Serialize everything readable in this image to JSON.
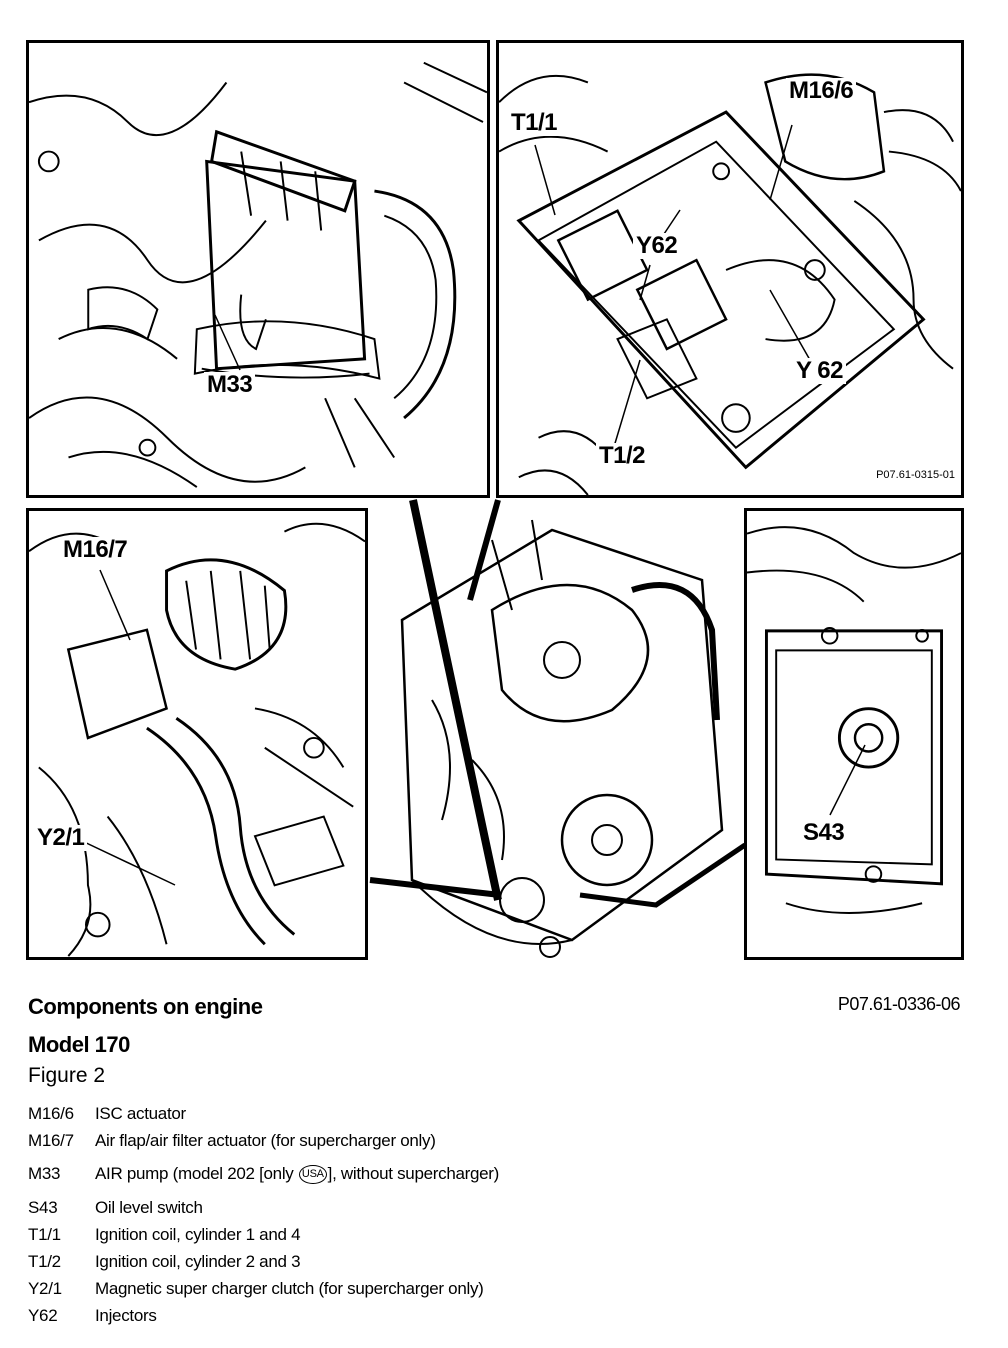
{
  "figure": {
    "panel_labels": {
      "m33": "M33",
      "m16_6": "M16/6",
      "t1_1": "T1/1",
      "y62_a": "Y62",
      "y62_b": "Y 62",
      "t1_2": "T1/2",
      "m16_7": "M16/7",
      "y2_1": "Y2/1",
      "s43": "S43"
    },
    "inner_ref": "P07.61-0315-01"
  },
  "caption": {
    "title": "Components on engine",
    "reference": "P07.61-0336-06",
    "model": "Model 170",
    "figure": "Figure 2"
  },
  "legend": [
    {
      "code": "M16/6",
      "desc": "ISC actuator"
    },
    {
      "code": "M16/7",
      "desc": "Air flap/air filter actuator (for supercharger only)"
    },
    {
      "code": "M33",
      "desc_before": "AIR pump (model 202 [only ",
      "badge": "USA",
      "desc_after": "], without supercharger)"
    },
    {
      "code": "S43",
      "desc": "Oil level switch"
    },
    {
      "code": "T1/1",
      "desc": "Ignition coil, cylinder 1 and 4"
    },
    {
      "code": "T1/2",
      "desc": "Ignition coil, cylinder 2 and 3"
    },
    {
      "code": "Y2/1",
      "desc": "Magnetic super charger clutch (for supercharger only)"
    },
    {
      "code": "Y62",
      "desc": "Injectors"
    }
  ]
}
